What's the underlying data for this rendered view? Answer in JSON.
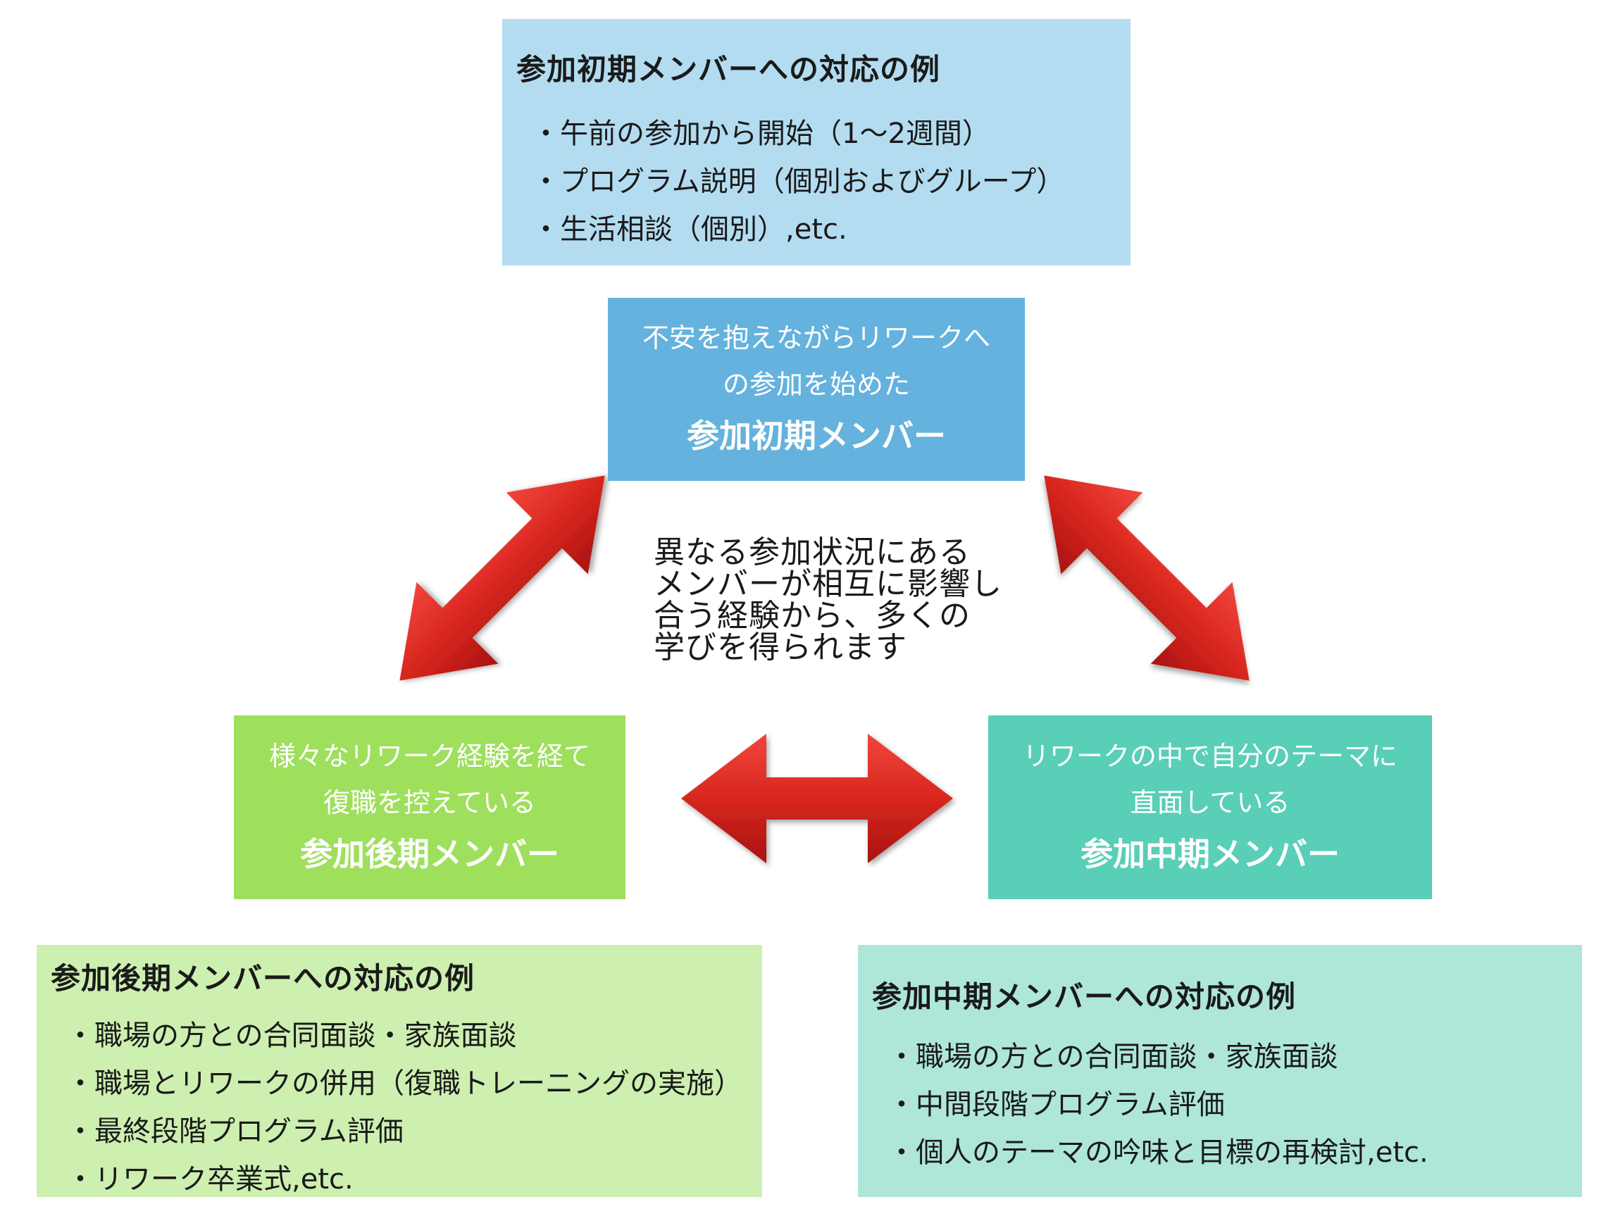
{
  "colors": {
    "early_info_bg": "#b3dcf0",
    "early_member_bg": "#64b2dd",
    "late_member_bg": "#9edf5c",
    "mid_member_bg": "#58cfb6",
    "late_info_bg": "#cdefb0",
    "mid_info_bg": "#aee6da",
    "arrow": "#d8261f"
  },
  "early_info": {
    "title": "参加初期メンバーへの対応の例",
    "items": [
      "午前の参加から開始（1〜2週間）",
      "プログラム説明（個別およびグループ）",
      "生活相談（個別）,etc."
    ]
  },
  "early_member": {
    "desc_line1": "不安を抱えながらリワークへ",
    "desc_line2": "の参加を始めた",
    "name": "参加初期メンバー"
  },
  "center": {
    "lines": [
      "異なる参加状況にある",
      "メンバーが相互に影響し",
      "合う経験から、多くの",
      "学びを得られます"
    ]
  },
  "late_member": {
    "desc_line1": "様々なリワーク経験を経て",
    "desc_line2": "復職を控えている",
    "name": "参加後期メンバー"
  },
  "mid_member": {
    "desc_line1": "リワークの中で自分のテーマに",
    "desc_line2": "直面している",
    "name": "参加中期メンバー"
  },
  "late_info": {
    "title": "参加後期メンバーへの対応の例",
    "items": [
      "職場の方との合同面談・家族面談",
      "職場とリワークの併用（復職トレーニングの実施）",
      "最終段階プログラム評価",
      "リワーク卒業式,etc."
    ]
  },
  "mid_info": {
    "title": "参加中期メンバーへの対応の例",
    "items": [
      "職場の方との合同面談・家族面談",
      "中間段階プログラム評価",
      "個人のテーマの吟味と目標の再検討,etc."
    ]
  }
}
